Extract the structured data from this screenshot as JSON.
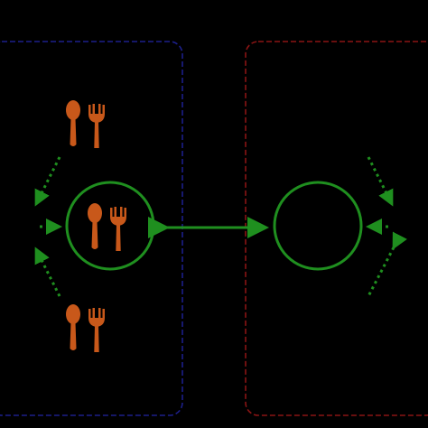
{
  "colors": {
    "background": "#000000",
    "left_panel_border": "#1c1f8a",
    "right_panel_border": "#8a1414",
    "circle_stroke": "#1f8f1f",
    "arrow": "#1f8f1f",
    "utensil": "#c8581a"
  },
  "panels": [
    {
      "name": "left-panel",
      "style": "dashed",
      "color_key": "left_panel_border"
    },
    {
      "name": "right-panel",
      "style": "dashed",
      "color_key": "right_panel_border"
    }
  ],
  "nodes": [
    {
      "name": "left-circle",
      "contains": "fork-and-spoon-icon"
    },
    {
      "name": "right-circle",
      "contains": ""
    }
  ],
  "icons": [
    {
      "name": "fork-spoon-pair-top",
      "icon": "fork-and-spoon-icon"
    },
    {
      "name": "fork-spoon-pair-center",
      "icon": "fork-and-spoon-icon"
    },
    {
      "name": "fork-spoon-pair-bottom",
      "icon": "fork-and-spoon-icon"
    }
  ],
  "connections": [
    {
      "name": "circle-link-arrow",
      "style": "solid",
      "direction": "both"
    },
    {
      "name": "left-upper-dotted-arrow",
      "style": "dotted"
    },
    {
      "name": "left-middle-dotted-arrow",
      "style": "dotted"
    },
    {
      "name": "left-lower-dotted-arrow",
      "style": "dotted"
    },
    {
      "name": "right-upper-dotted-arrow",
      "style": "dotted"
    },
    {
      "name": "right-middle-dotted-arrow",
      "style": "dotted"
    },
    {
      "name": "right-lower-dotted-arrow",
      "style": "dotted"
    }
  ]
}
